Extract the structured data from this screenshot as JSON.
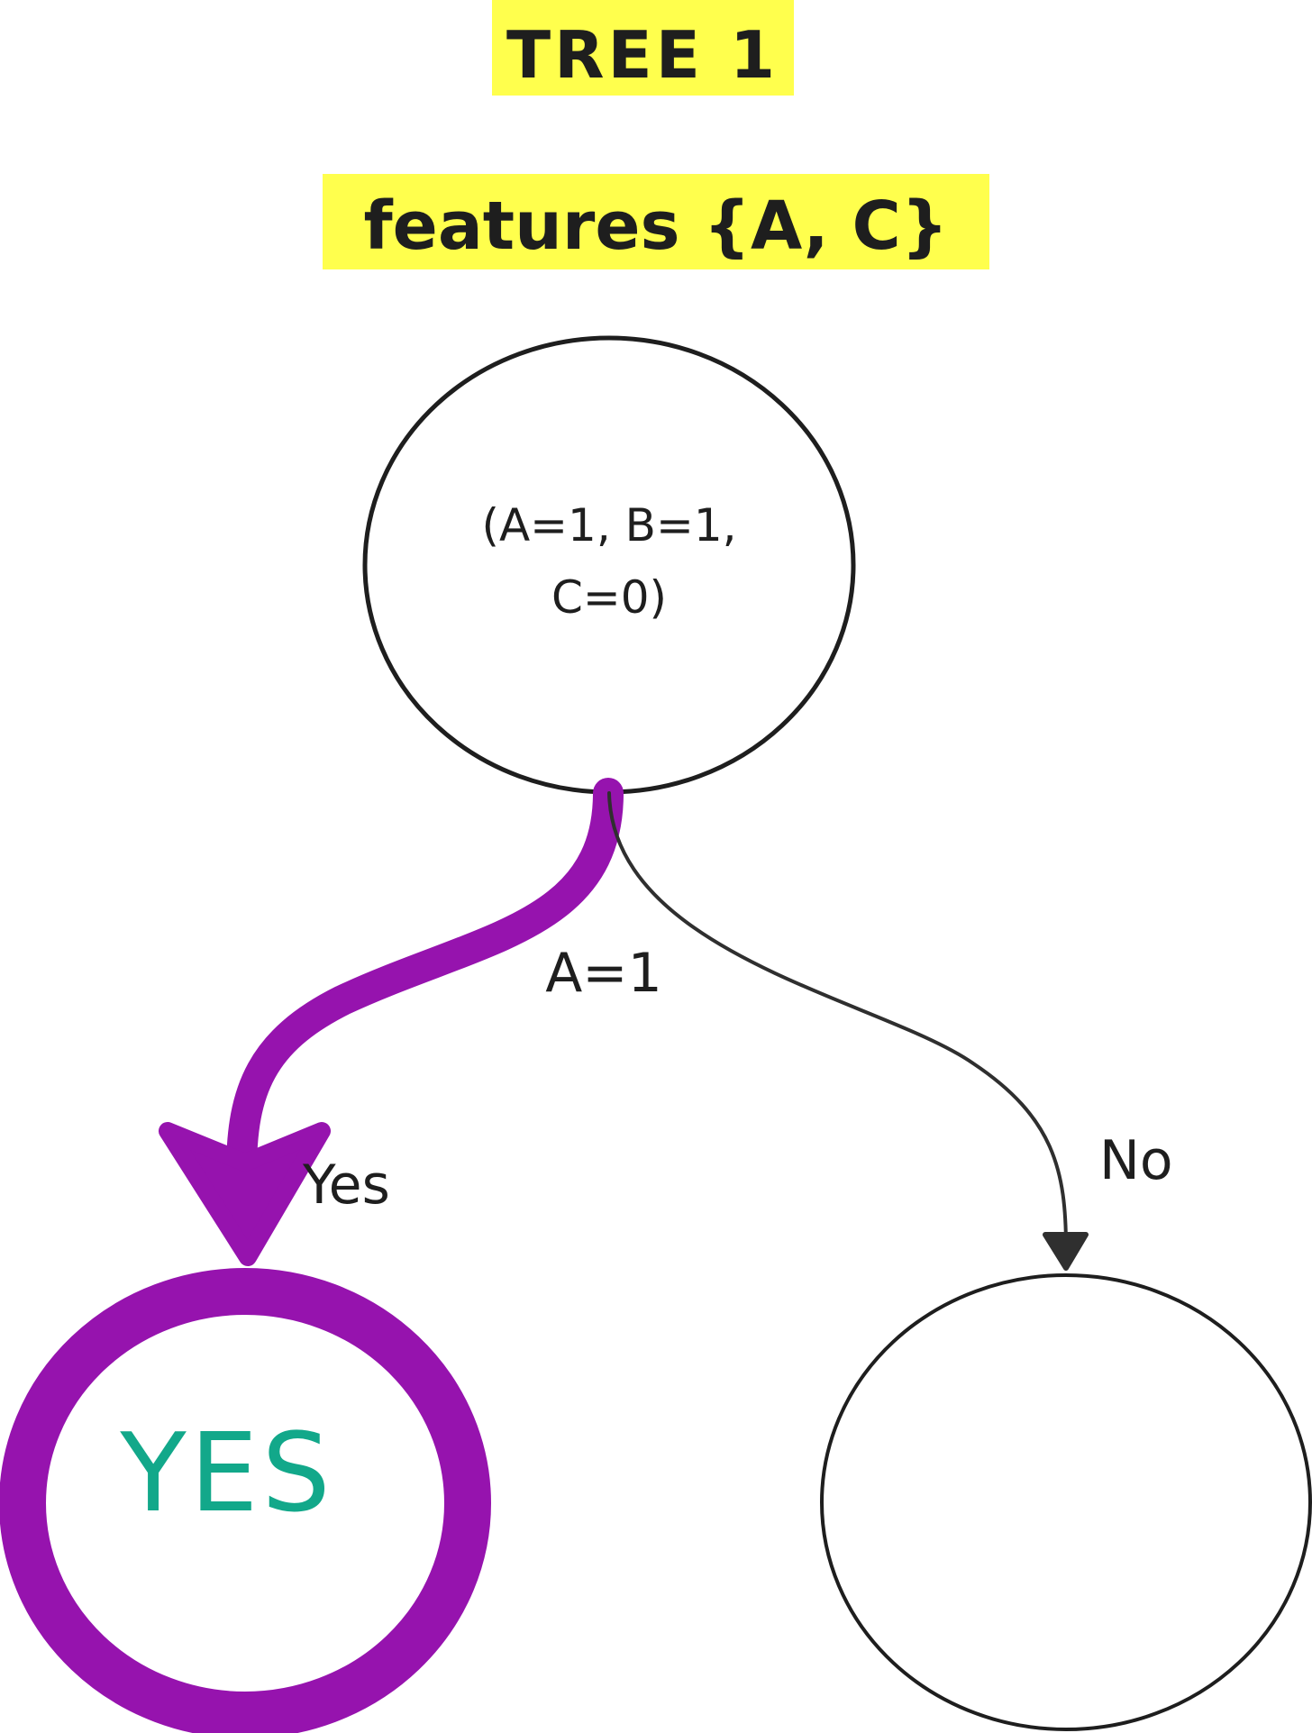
{
  "diagram": {
    "title": "TREE 1",
    "subtitle": "features {A, C}",
    "root": {
      "line1": "(A=1, B=1,",
      "line2": "C=0)"
    },
    "condition": "A=1",
    "branches": {
      "yes_label": "Yes",
      "no_label": "No"
    },
    "leaves": {
      "left": "YES",
      "right": ""
    }
  },
  "colors": {
    "highlight": "#ffff4d",
    "path": "#9613ae",
    "stroke": "#1e1e1e",
    "leaf_text": "#12a88a",
    "edge": "#2f2f2f"
  }
}
